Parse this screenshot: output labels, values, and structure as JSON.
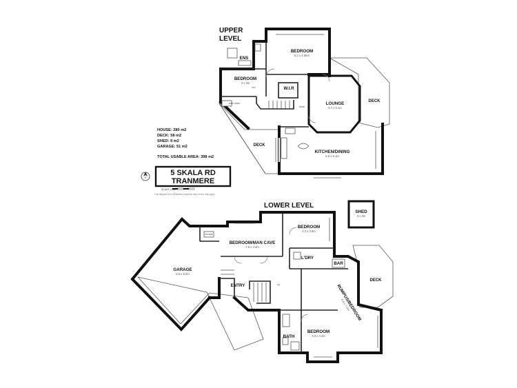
{
  "upper_level": {
    "title_line1": "UPPER",
    "title_line2": "LEVEL",
    "rooms": {
      "ens": "ENS",
      "bedroom1": {
        "name": "BEDROOM",
        "dim": "5.2 x 4.55m"
      },
      "bedroom2": {
        "name": "BEDROOM",
        "dim": "4 x 3m"
      },
      "wir": "W.I.R",
      "lounge": {
        "name": "LOUNGE",
        "dim": "5.7 x 5.1m"
      },
      "kitchen": {
        "name": "KITCHEN/DINING",
        "dim": "6.6 x 5.1m"
      },
      "deck_right": "DECK",
      "deck_left": "DECK",
      "walk_down": "walk down",
      "down": "down",
      "wc": "w/c"
    }
  },
  "areas": {
    "house": "HOUSE: 280 m2",
    "deck": "DECK: 58 m2",
    "shed": "SHED: 9 m2",
    "garage": "GARAGE: 51 m2",
    "total": "TOTAL USABLE AREA: 398 m2"
  },
  "address": {
    "line1": "5 SKALA RD",
    "line2": "TRANMERE"
  },
  "scale_label": "SCALE 1:100",
  "disclaimer": "This diagram is for illustrative purposes only. Errors may apply.",
  "lower_level": {
    "title": "LOWER LEVEL",
    "rooms": {
      "shed": {
        "name": "SHED",
        "dim": "3 x 3m"
      },
      "bedroom_top": {
        "name": "BEDROOM",
        "dim": "4.3 x 3.5m"
      },
      "storage": "storage",
      "man_cave": {
        "name": "BEDROOM/MAN CAVE",
        "dim": "7.6 x 4.4m"
      },
      "garage": {
        "name": "GARAGE",
        "dim": "8.6 x 6.2m"
      },
      "laundry": "L'DRY",
      "bar": "BAR",
      "deck": "DECK",
      "entry": "ENTRY",
      "rumpus": {
        "name": "RUMPUS/BEDROOM",
        "dim": "6.6 x 7.2m"
      },
      "bedroom_bottom": {
        "name": "BEDROOM",
        "dim": "3.3 x 4.4m"
      },
      "bath": "BATH",
      "up": "up"
    }
  }
}
